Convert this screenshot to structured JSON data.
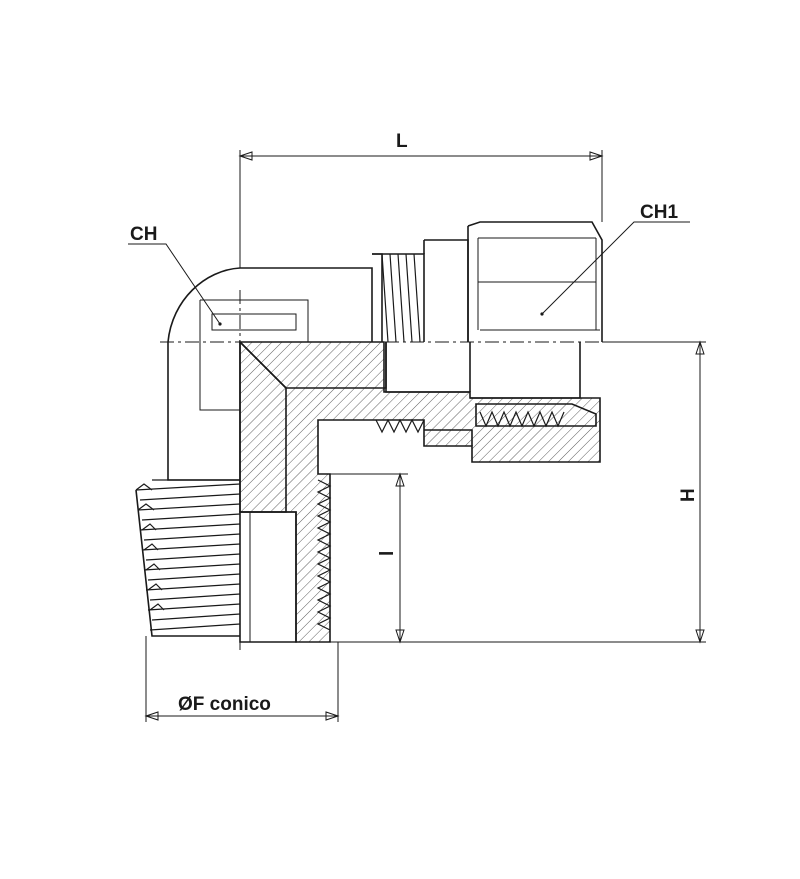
{
  "labels": {
    "L": "L",
    "CH": "CH",
    "CH1": "CH1",
    "H": "H",
    "l": "l",
    "F": "ØF conico"
  },
  "colors": {
    "line": "#1a1a1a",
    "background": "#ffffff"
  }
}
